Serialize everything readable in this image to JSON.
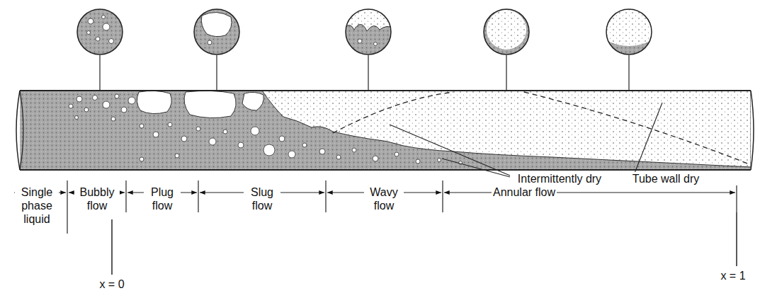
{
  "diagram": {
    "labels": [
      "Single phase liquid",
      "Bubbly flow",
      "Plug flow",
      "Slug flow",
      "Wavy flow",
      "Intermittently dry",
      "Tube wall dry",
      "Annular flow",
      "x = 0",
      "x = 1"
    ]
  }
}
